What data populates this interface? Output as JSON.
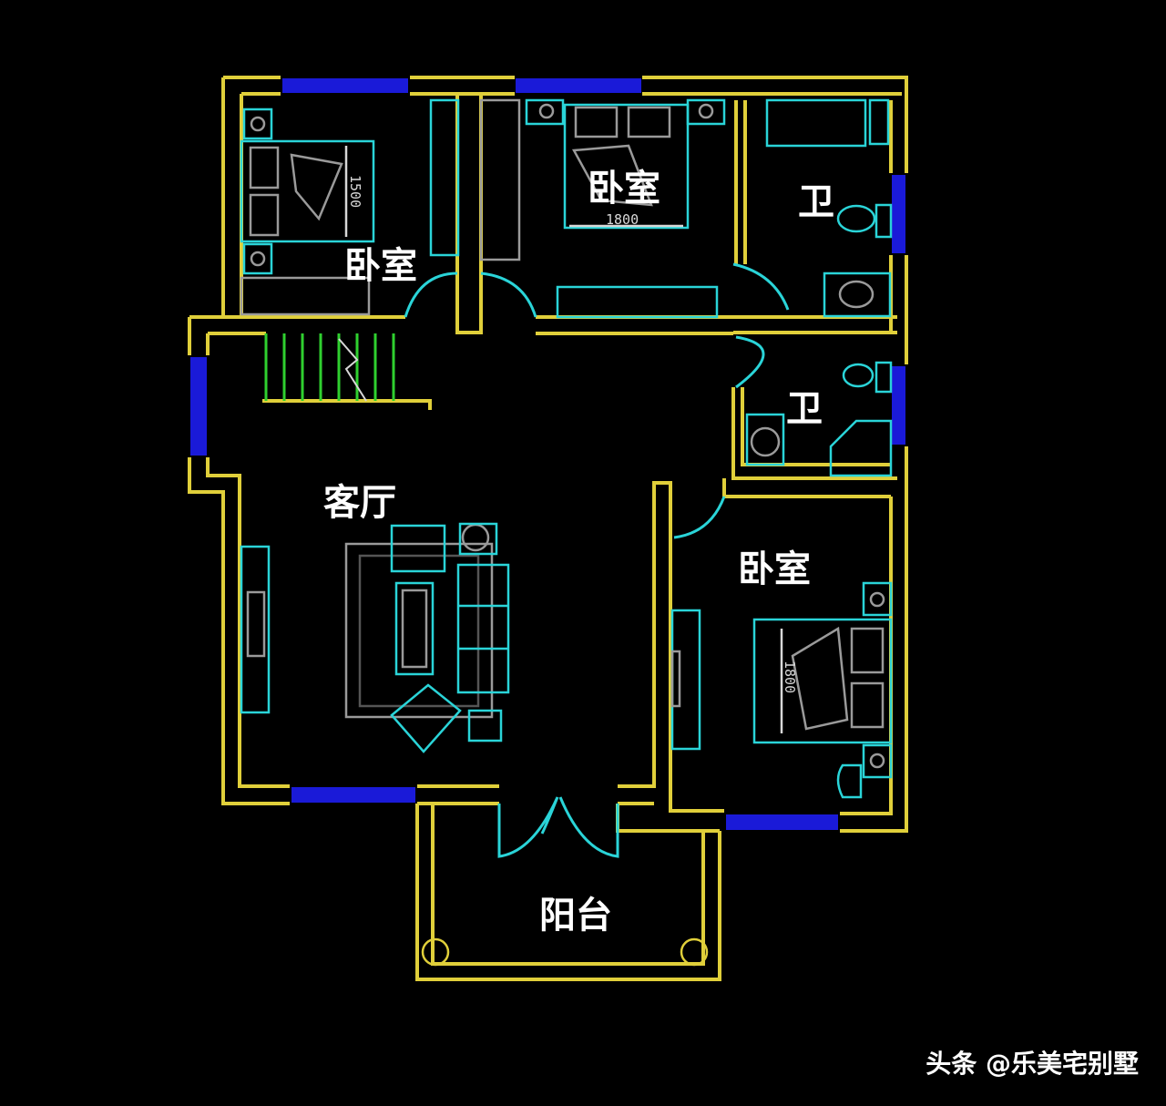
{
  "colors": {
    "background": "#000000",
    "wall": "#e0cf3a",
    "window": "#1a1ad8",
    "furniture": "#2ad4d8",
    "stair": "#2fd02f",
    "label": "#ffffff",
    "dimension": "#d8d8d8",
    "detail": "#9a9a9a"
  },
  "rooms": {
    "bedroom_nw": "卧室",
    "bedroom_n": "卧室",
    "bath_ne": "卫",
    "bath_e": "卫",
    "living": "客厅",
    "bedroom_se": "卧室",
    "balcony": "阳台"
  },
  "dimensions": {
    "bed_nw": "1500",
    "bed_n": "1800",
    "bed_se": "1800"
  },
  "watermark": "头条 @乐美宅别墅"
}
